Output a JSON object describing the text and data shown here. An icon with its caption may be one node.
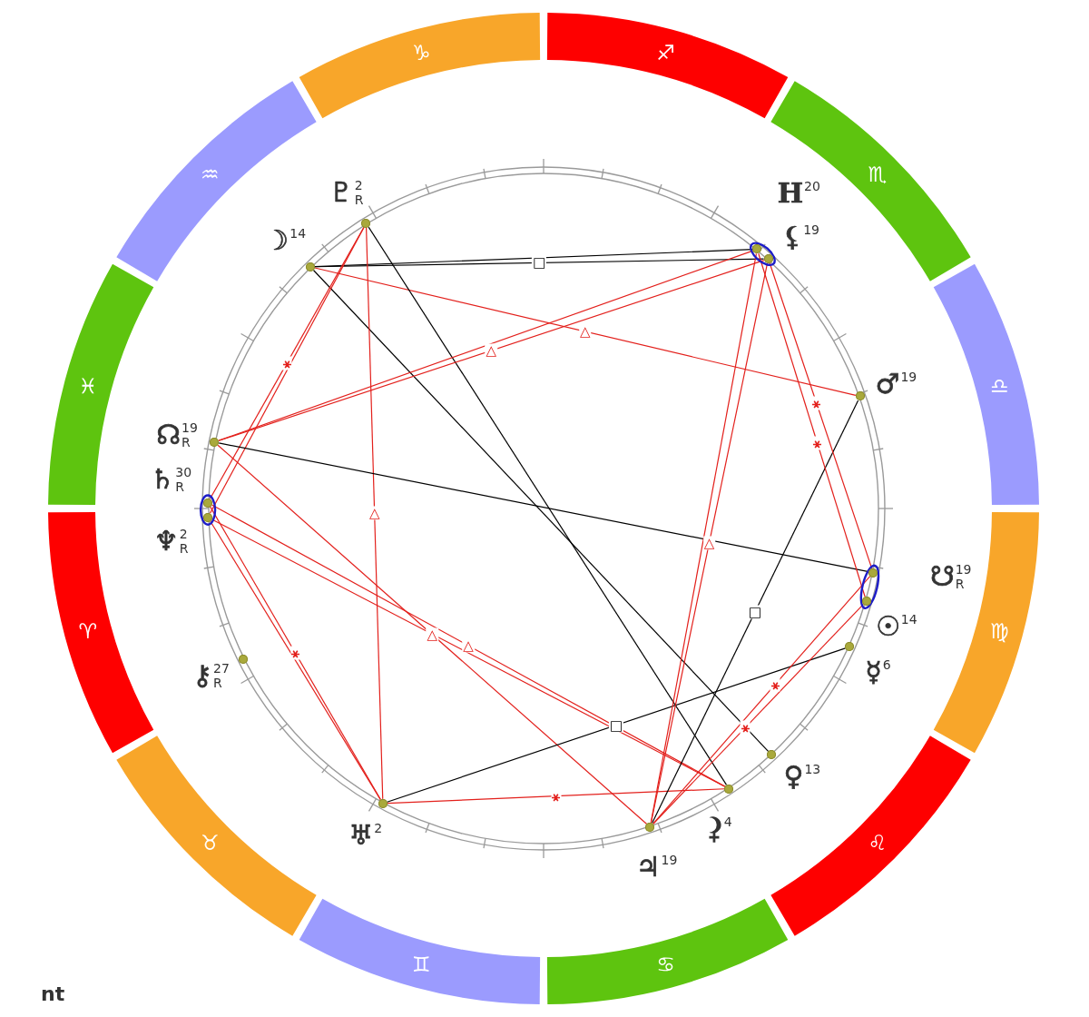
{
  "diagram": {
    "nodes": [
      {
        "text": [
          "♑"
        ]
      },
      {
        "text": [
          "♐"
        ]
      },
      {
        "text": [
          "♏"
        ]
      },
      {
        "text": [
          "♎"
        ]
      },
      {
        "text": [
          "♍"
        ]
      },
      {
        "text": [
          "♌"
        ]
      },
      {
        "text": [
          "♋"
        ]
      },
      {
        "text": [
          "♊"
        ]
      },
      {
        "text": [
          "♉"
        ]
      },
      {
        "text": [
          "♈"
        ]
      },
      {
        "text": [
          "♓"
        ]
      },
      {
        "text": [
          "♒"
        ]
      },
      {
        "text": [],
        "shape": "circle",
        "beside": [
          "H",
          "20"
        ]
      },
      {
        "text": [],
        "shape": "circle",
        "beside": [
          "♇",
          "2",
          "R"
        ]
      },
      {
        "text": [],
        "shape": "circle",
        "beside": [
          "⚸",
          "19"
        ]
      },
      {
        "text": [],
        "shape": "circle",
        "beside": [
          "☽",
          "14"
        ]
      },
      {
        "text": [],
        "shape": "circle",
        "beside": [
          "♂",
          "19"
        ]
      },
      {
        "text": [],
        "shape": "circle",
        "beside": [
          "☊",
          "19",
          "R"
        ]
      },
      {
        "text": [],
        "shape": "circle",
        "beside": [
          "♄",
          "30",
          "R"
        ]
      },
      {
        "text": [],
        "shape": "circle",
        "beside": [
          "♆",
          "2",
          "R"
        ]
      },
      {
        "text": [],
        "shape": "circle",
        "beside": [
          "☋",
          "19",
          "R"
        ]
      },
      {
        "text": [],
        "shape": "circle",
        "beside": [
          "☉",
          "14"
        ]
      },
      {
        "text": [],
        "shape": "circle",
        "beside": [
          "☿",
          "6"
        ]
      },
      {
        "text": [],
        "shape": "circle",
        "beside": [
          "⚷",
          "27",
          "R"
        ]
      },
      {
        "text": [],
        "shape": "circle",
        "beside": [
          "♀",
          "13"
        ]
      },
      {
        "text": [],
        "shape": "circle",
        "beside": [
          "4"
        ]
      },
      {
        "text": [],
        "shape": "circle",
        "beside": [
          "♅",
          "2"
        ]
      },
      {
        "text": [],
        "shape": "circle",
        "beside": [
          "♃",
          "19"
        ]
      }
    ],
    "edges": [
      {
        "from": 15,
        "to": 14,
        "arrow": "none",
        "label": "□",
        "color": "#000000"
      },
      {
        "from": 15,
        "to": 12,
        "arrow": "none",
        "color": "#000000"
      },
      {
        "from": 15,
        "to": 16,
        "arrow": "none",
        "label": "△"
      },
      {
        "from": 15,
        "to": 24,
        "arrow": "none",
        "color": "#000000"
      },
      {
        "from": 13,
        "to": 18,
        "arrow": "none",
        "label": "⚹"
      },
      {
        "from": 13,
        "to": 19,
        "arrow": "none"
      },
      {
        "from": 13,
        "to": 26,
        "arrow": "none",
        "label": "△"
      },
      {
        "from": 13,
        "to": 25,
        "arrow": "none",
        "color": "#000000"
      },
      {
        "from": 17,
        "to": 14,
        "arrow": "none",
        "label": "△"
      },
      {
        "from": 17,
        "to": 12,
        "arrow": "none"
      },
      {
        "from": 17,
        "to": 20,
        "arrow": "none",
        "color": "#000000"
      },
      {
        "from": 17,
        "to": 27,
        "arrow": "none",
        "label": "△"
      },
      {
        "from": 18,
        "to": 26,
        "arrow": "none",
        "label": "⚹"
      },
      {
        "from": 19,
        "to": 26,
        "arrow": "none"
      },
      {
        "from": 18,
        "to": 25,
        "arrow": "none",
        "label": "△"
      },
      {
        "from": 19,
        "to": 25,
        "arrow": "none"
      },
      {
        "from": 26,
        "to": 22,
        "arrow": "none",
        "label": "□",
        "color": "#000000"
      },
      {
        "from": 26,
        "to": 25,
        "arrow": "none",
        "label": "⚹"
      },
      {
        "from": 27,
        "to": 14,
        "arrow": "none",
        "label": "△"
      },
      {
        "from": 27,
        "to": 12,
        "arrow": "none"
      },
      {
        "from": 27,
        "to": 16,
        "arrow": "none",
        "label": "□",
        "color": "#000000"
      },
      {
        "from": 27,
        "to": 21,
        "arrow": "none",
        "label": "⚹"
      },
      {
        "from": 27,
        "to": 20,
        "arrow": "none",
        "label": "⚹"
      },
      {
        "from": 14,
        "to": 20,
        "arrow": "none",
        "label": "⚹"
      },
      {
        "from": 12,
        "to": 21,
        "arrow": "none",
        "label": "⚹"
      }
    ],
    "labels": [
      "nt"
    ]
  }
}
